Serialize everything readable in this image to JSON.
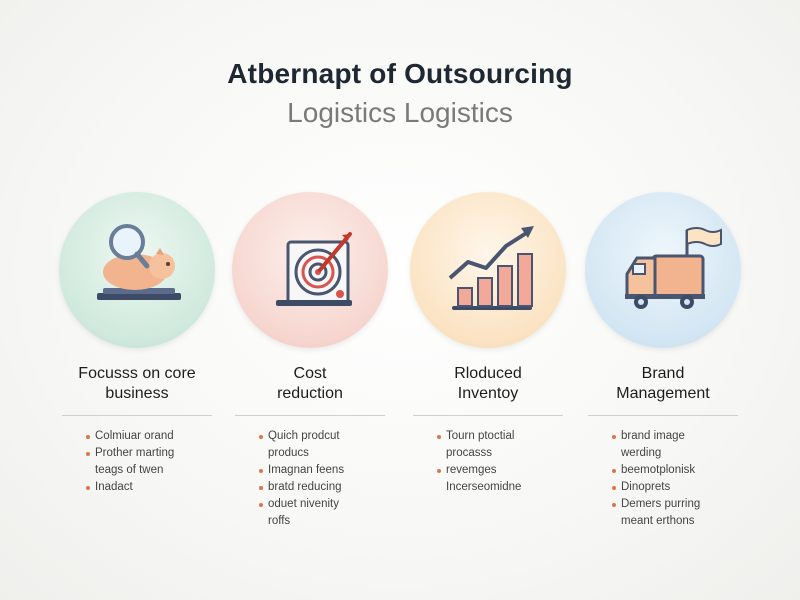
{
  "title": "Atbernapt of Outsourcing",
  "subtitle": "Logistics Logistics",
  "columns": [
    {
      "heading_lines": [
        "Focusss on core",
        "business"
      ],
      "icon": "piggy-bank-magnifier-icon",
      "circle_color": "#cfe9dc",
      "bullets": [
        {
          "text": "Colmiuar orand",
          "dot": true
        },
        {
          "text": "Prother marting",
          "dot": true
        },
        {
          "text": "teags of twen",
          "dot": false
        },
        {
          "text": "Inadact",
          "dot": true
        }
      ]
    },
    {
      "heading_lines": [
        "Cost",
        "reduction"
      ],
      "icon": "target-arrow-icon",
      "circle_color": "#f6d6cf",
      "bullets": [
        {
          "text": "Quich prodcut",
          "dot": true
        },
        {
          "text": "producs",
          "dot": false
        },
        {
          "text": "Imagnan feens",
          "dot": true
        },
        {
          "text": "bratd reducing",
          "dot": true
        },
        {
          "text": "oduet nivenity",
          "dot": true
        },
        {
          "text": "roffs",
          "dot": false
        }
      ]
    },
    {
      "heading_lines": [
        "Rloduced",
        "Inventoy"
      ],
      "icon": "rising-bar-chart-icon",
      "circle_color": "#fbe3c3",
      "bullets": [
        {
          "text": "Tourn ptoctial",
          "dot": true
        },
        {
          "text": "procasss",
          "dot": false
        },
        {
          "text": "revemges",
          "dot": true
        },
        {
          "text": "Incerseomidne",
          "dot": false
        }
      ]
    },
    {
      "heading_lines": [
        "Brand",
        "Management"
      ],
      "icon": "delivery-truck-flag-icon",
      "circle_color": "#d3e6f3",
      "bullets": [
        {
          "text": "brand image",
          "dot": true
        },
        {
          "text": "werding",
          "dot": false
        },
        {
          "text": "beemotplonisk",
          "dot": true
        },
        {
          "text": "Dinoprets",
          "dot": true
        },
        {
          "text": "Demers purring",
          "dot": true
        },
        {
          "text": "meant erthons",
          "dot": false
        }
      ]
    }
  ]
}
